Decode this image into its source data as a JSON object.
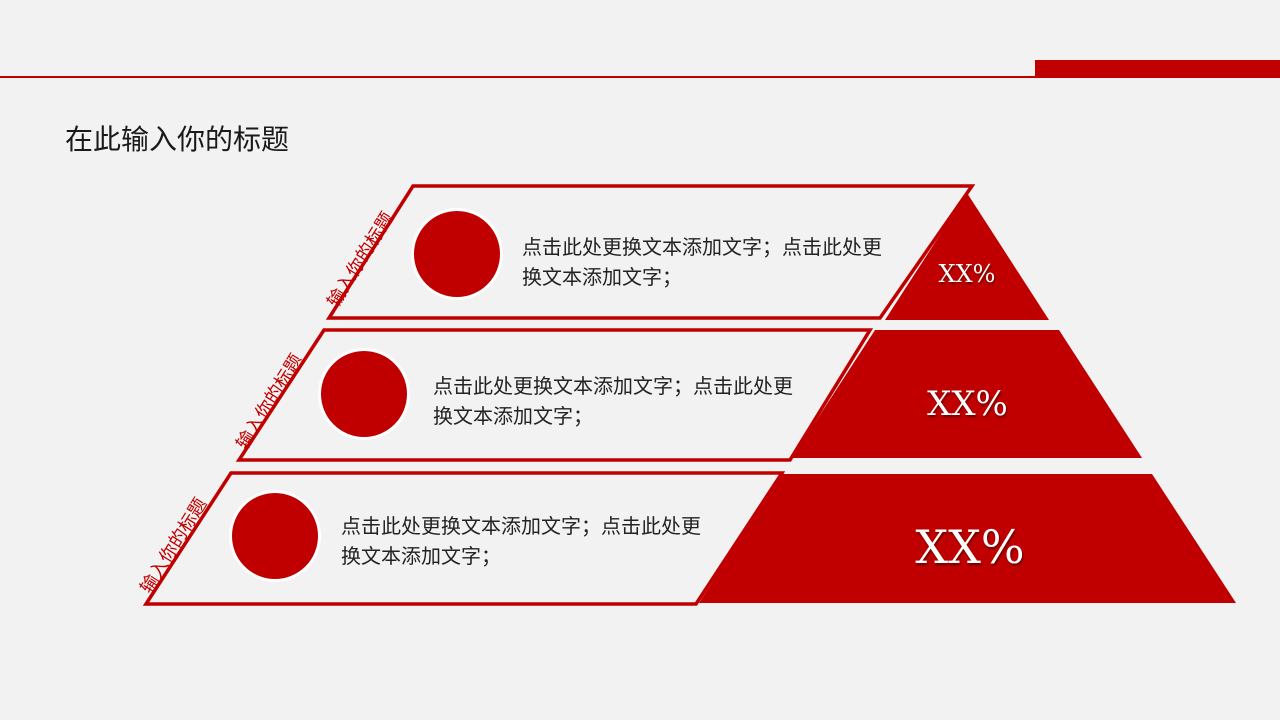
{
  "slide": {
    "title": "在此输入你的标题",
    "accent_color": "#c00000",
    "background_color": "#f2f2f2"
  },
  "rows": [
    {
      "side_label": "输入你的标题",
      "description": "点击此处更换文本添加文字；点击此处更换文本添加文字；",
      "percent": "XX%"
    },
    {
      "side_label": "输入你的标题",
      "description": "点击此处更换文本添加文字；点击此处更换文本添加文字；",
      "percent": "XX%"
    },
    {
      "side_label": "输入你的标题",
      "description": "点击此处更换文本添加文字；点击此处更换文本添加文字；",
      "percent": "XX%"
    }
  ]
}
